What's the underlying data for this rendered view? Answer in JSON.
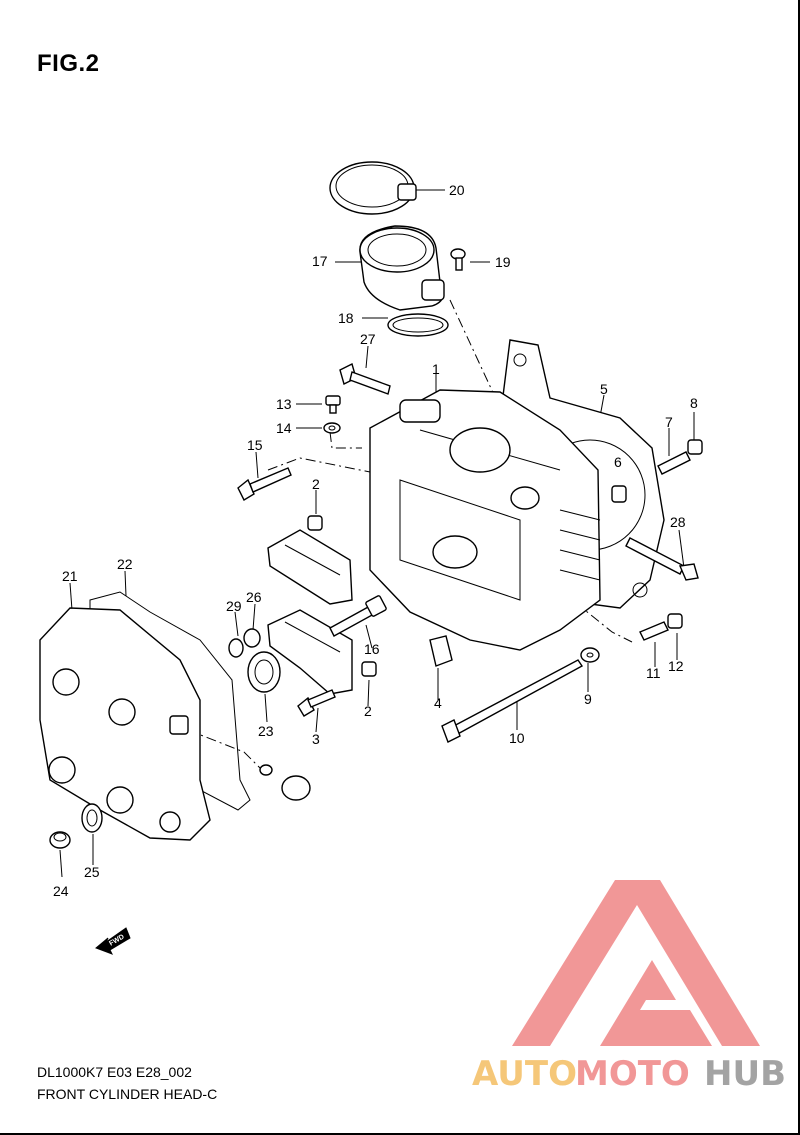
{
  "figure": {
    "title": "FIG.2",
    "code": "DL1000K7 E03 E28_002",
    "name": "FRONT CYLINDER HEAD-C",
    "fwd_arrow_label": "FWD"
  },
  "callouts": [
    "1",
    "2",
    "2",
    "3",
    "4",
    "5",
    "6",
    "7",
    "8",
    "9",
    "10",
    "11",
    "12",
    "13",
    "14",
    "15",
    "16",
    "17",
    "18",
    "19",
    "20",
    "21",
    "22",
    "23",
    "24",
    "25",
    "26",
    "27",
    "28",
    "29"
  ],
  "watermark": {
    "brand_part1": "AUTO",
    "brand_part2": "MOTO",
    "brand_part3": "HUB",
    "colors": {
      "logo": "#f08c8c",
      "auto": "#f5c26b",
      "moto": "#f08c8c",
      "hub": "#9a9a9a"
    }
  }
}
